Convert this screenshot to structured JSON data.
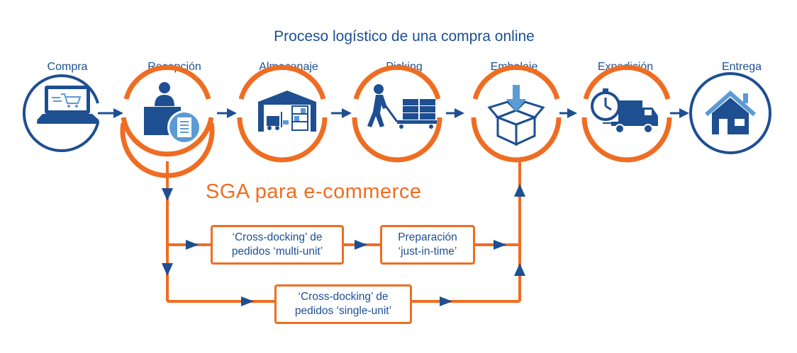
{
  "title": "Proceso logístico de una compra online",
  "steps": [
    {
      "label": "Compra",
      "icon": "laptop-cart-icon",
      "ring": "blue"
    },
    {
      "label": "Recepción",
      "icon": "receptionist-icon",
      "ring": "orange"
    },
    {
      "label": "Almacenaje",
      "icon": "warehouse-icon",
      "ring": "orange"
    },
    {
      "label": "Picking",
      "icon": "worker-pallet-icon",
      "ring": "orange"
    },
    {
      "label": "Embalaje",
      "icon": "box-packing-icon",
      "ring": "orange"
    },
    {
      "label": "Expedición",
      "icon": "stopwatch-truck-icon",
      "ring": "orange"
    },
    {
      "label": "Entrega",
      "icon": "house-icon",
      "ring": "blue"
    }
  ],
  "sga_title": "SGA para e-commerce",
  "boxes": {
    "multi_line1": "‘Cross-docking’ de",
    "multi_line2": "pedidos ‘multi-unit’",
    "jit_line1": "Preparación",
    "jit_line2": "‘just-in-time’",
    "single_line1": "‘Cross-docking’ de",
    "single_line2": "pedidos ‘single-unit’"
  },
  "colors": {
    "blue": "#1d4f91",
    "orange": "#ef6d22",
    "light_blue": "#5b9bd5"
  }
}
